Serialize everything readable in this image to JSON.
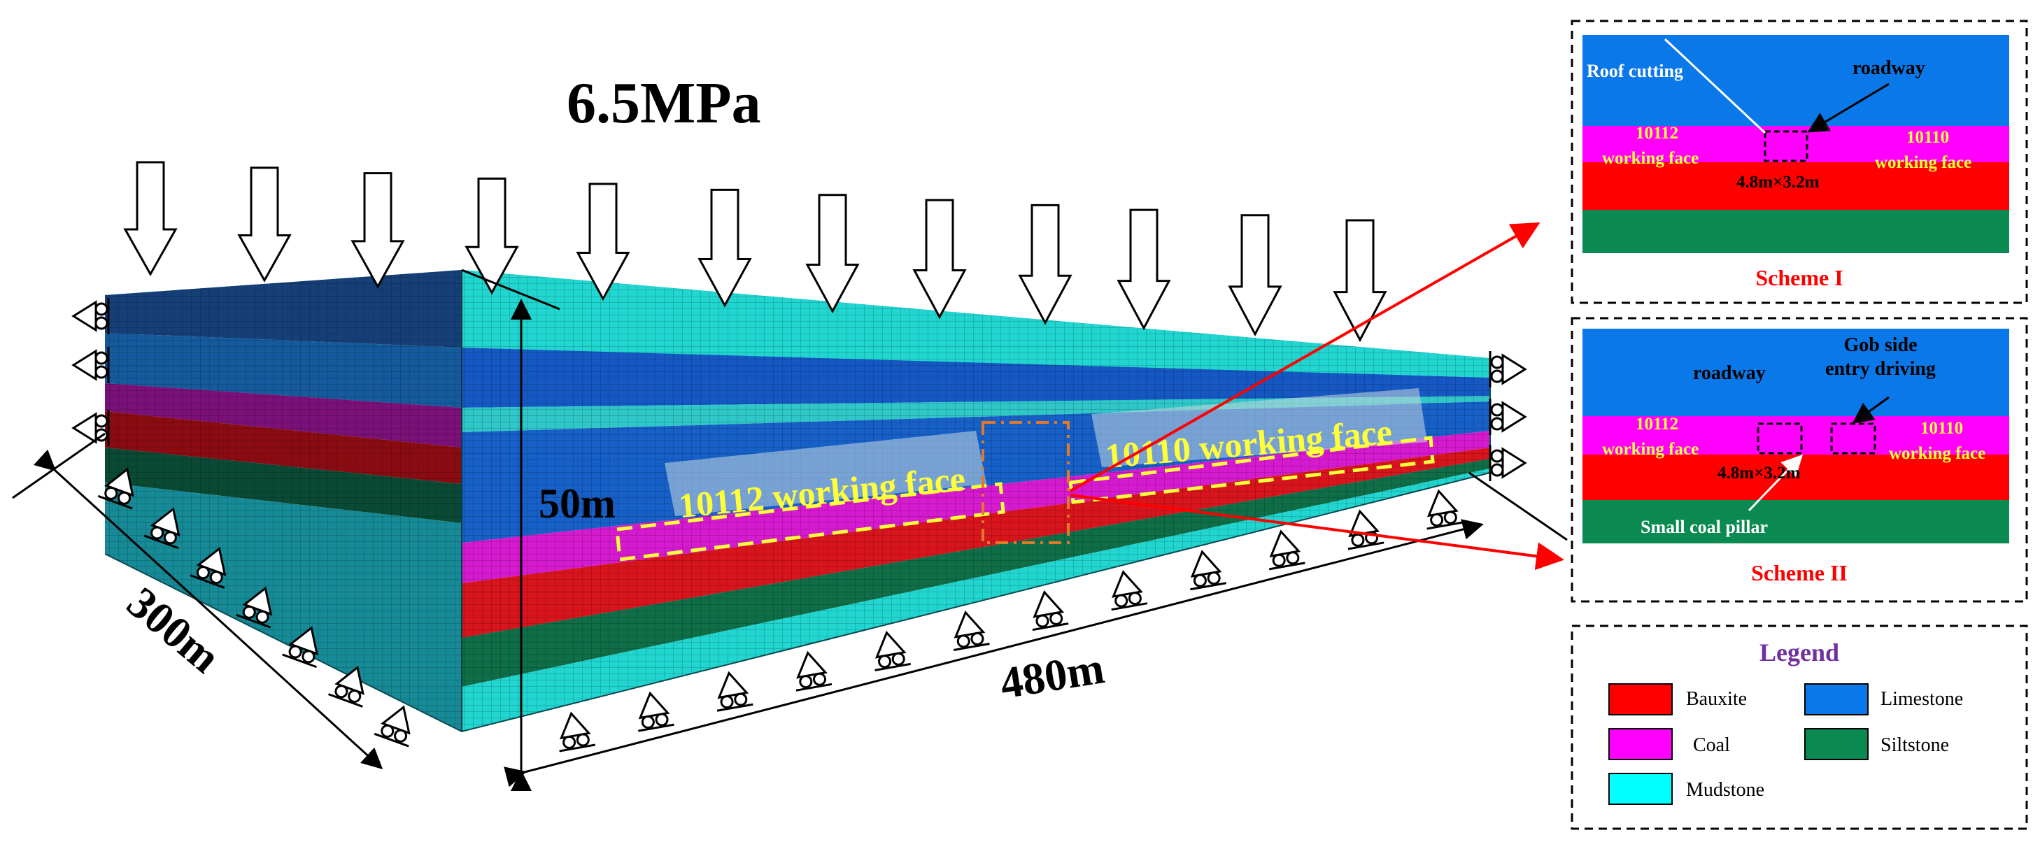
{
  "model": {
    "load_label": "6.5MPa",
    "dim_height": "50m",
    "dim_width": "300m",
    "dim_length": "480m",
    "face_left_label": "10112 working face",
    "face_right_label": "10110 working face",
    "colors": {
      "mudstone": "#21d6d0",
      "limestone": "#1558c4",
      "coal": "#d61ad0",
      "bauxite": "#d8141c",
      "siltstone": "#0f6e48",
      "face_label_text": "#ffff3a"
    }
  },
  "scheme1": {
    "title": "Scheme I",
    "roof_cutting_label": "Roof cutting",
    "roadway_label": "roadway",
    "face_left_line1": "10112",
    "face_left_line2": "working face",
    "face_right_line1": "10110",
    "face_right_line2": "working face",
    "section_label": "4.8m×3.2m"
  },
  "scheme2": {
    "title": "Scheme II",
    "roadway_label": "roadway",
    "gob_line1": "Gob side",
    "gob_line2": "entry driving",
    "face_left_line1": "10112",
    "face_left_line2": "working face",
    "face_right_line1": "10110",
    "face_right_line2": "working face",
    "section_label": "4.8m×3.2m",
    "pillar_label": "Small coal pillar"
  },
  "legend": {
    "title": "Legend",
    "items": [
      {
        "label": "Bauxite",
        "color": "#ff0000"
      },
      {
        "label": "Limestone",
        "color": "#0a78e8"
      },
      {
        "label": "Coal",
        "color": "#ff00ff"
      },
      {
        "label": "Siltstone",
        "color": "#0a8a50"
      },
      {
        "label": "Mudstone",
        "color": "#00ffff"
      }
    ]
  }
}
